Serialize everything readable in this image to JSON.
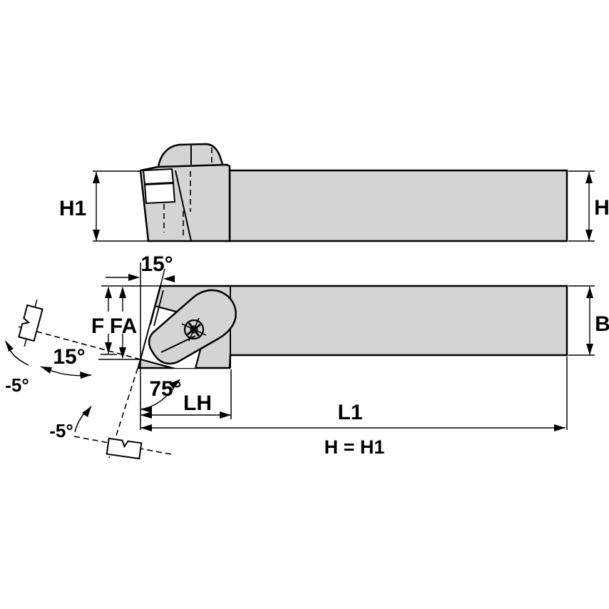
{
  "drawing": {
    "description": "Toolholder technical line drawing, two orthographic views",
    "colors": {
      "part_fill": "#d4d4d4",
      "outline": "#000000",
      "background": "#ffffff"
    },
    "side_view": {
      "dim_h1": "H1",
      "dim_h": "H"
    },
    "plan_view": {
      "dim_b": "B",
      "dim_f": "F",
      "dim_fa": "FA",
      "dim_lh": "LH",
      "dim_l1": "L1",
      "angle_edge_top": "15°",
      "angle_rake_side": "15°",
      "angle_lead": "75°",
      "angle_neg_rake_upper": "-5°",
      "angle_neg_rake_lower": "-5°"
    },
    "footnote": {
      "equation": "H = H1"
    }
  }
}
